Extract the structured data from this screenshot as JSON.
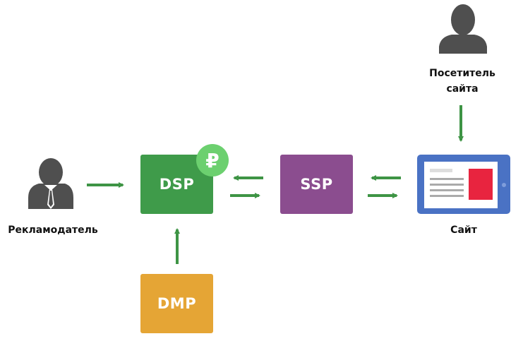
{
  "nodes": {
    "advertiser": {
      "label": "Рекламодатель"
    },
    "dsp": {
      "label": "DSP",
      "color": "#3f9b4a"
    },
    "ssp": {
      "label": "SSP",
      "color": "#8b4d8f"
    },
    "dmp": {
      "label": "DMP",
      "color": "#e5a535"
    },
    "site": {
      "label": "Сайт",
      "color": "#4a72c4"
    },
    "visitor": {
      "line1": "Посетитель",
      "line2": "сайта"
    }
  },
  "badge": {
    "symbol": "₽",
    "color": "#6cd06f"
  },
  "colors": {
    "arrow": "#3e9445",
    "person": "#4f4f4f",
    "site_accent": "#e8243f"
  },
  "icons": {
    "advertiser": "businessman-icon",
    "visitor": "person-icon",
    "site": "tablet-icon"
  }
}
